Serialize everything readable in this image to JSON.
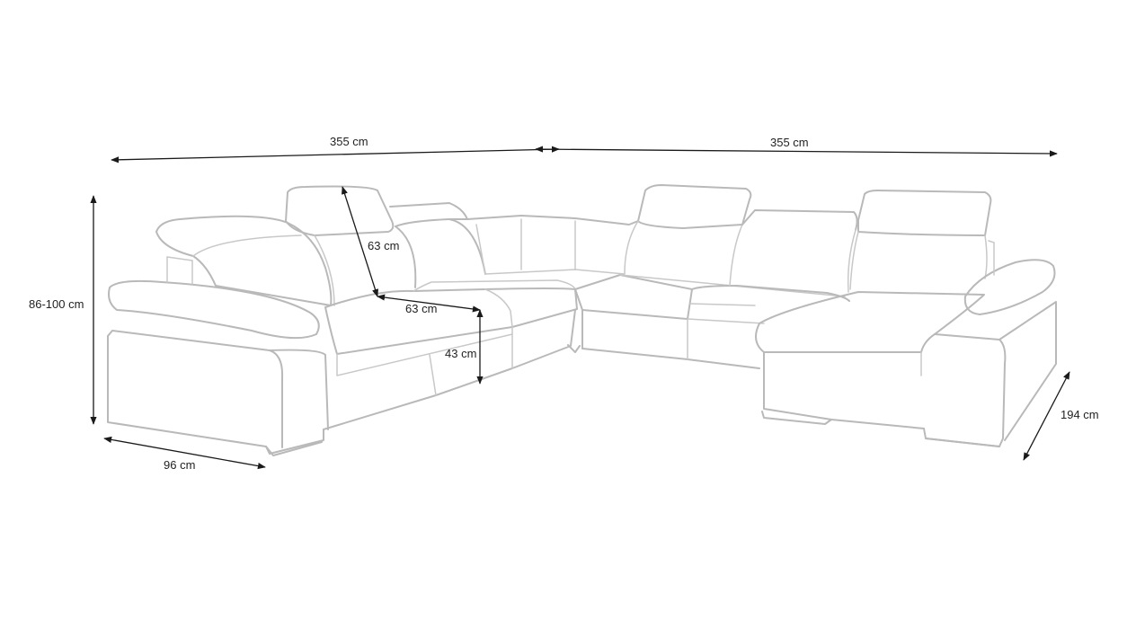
{
  "dimensions": {
    "width_left": "355 cm",
    "width_right": "355 cm",
    "height": "86-100 cm",
    "depth": "96 cm",
    "headrest": "63 cm",
    "seat_depth": "63 cm",
    "seat_height": "43 cm",
    "chaise_depth": "194 cm"
  },
  "colors": {
    "outline": "#b9b9b9",
    "dimension_line": "#1a1a1a",
    "background": "#ffffff"
  }
}
